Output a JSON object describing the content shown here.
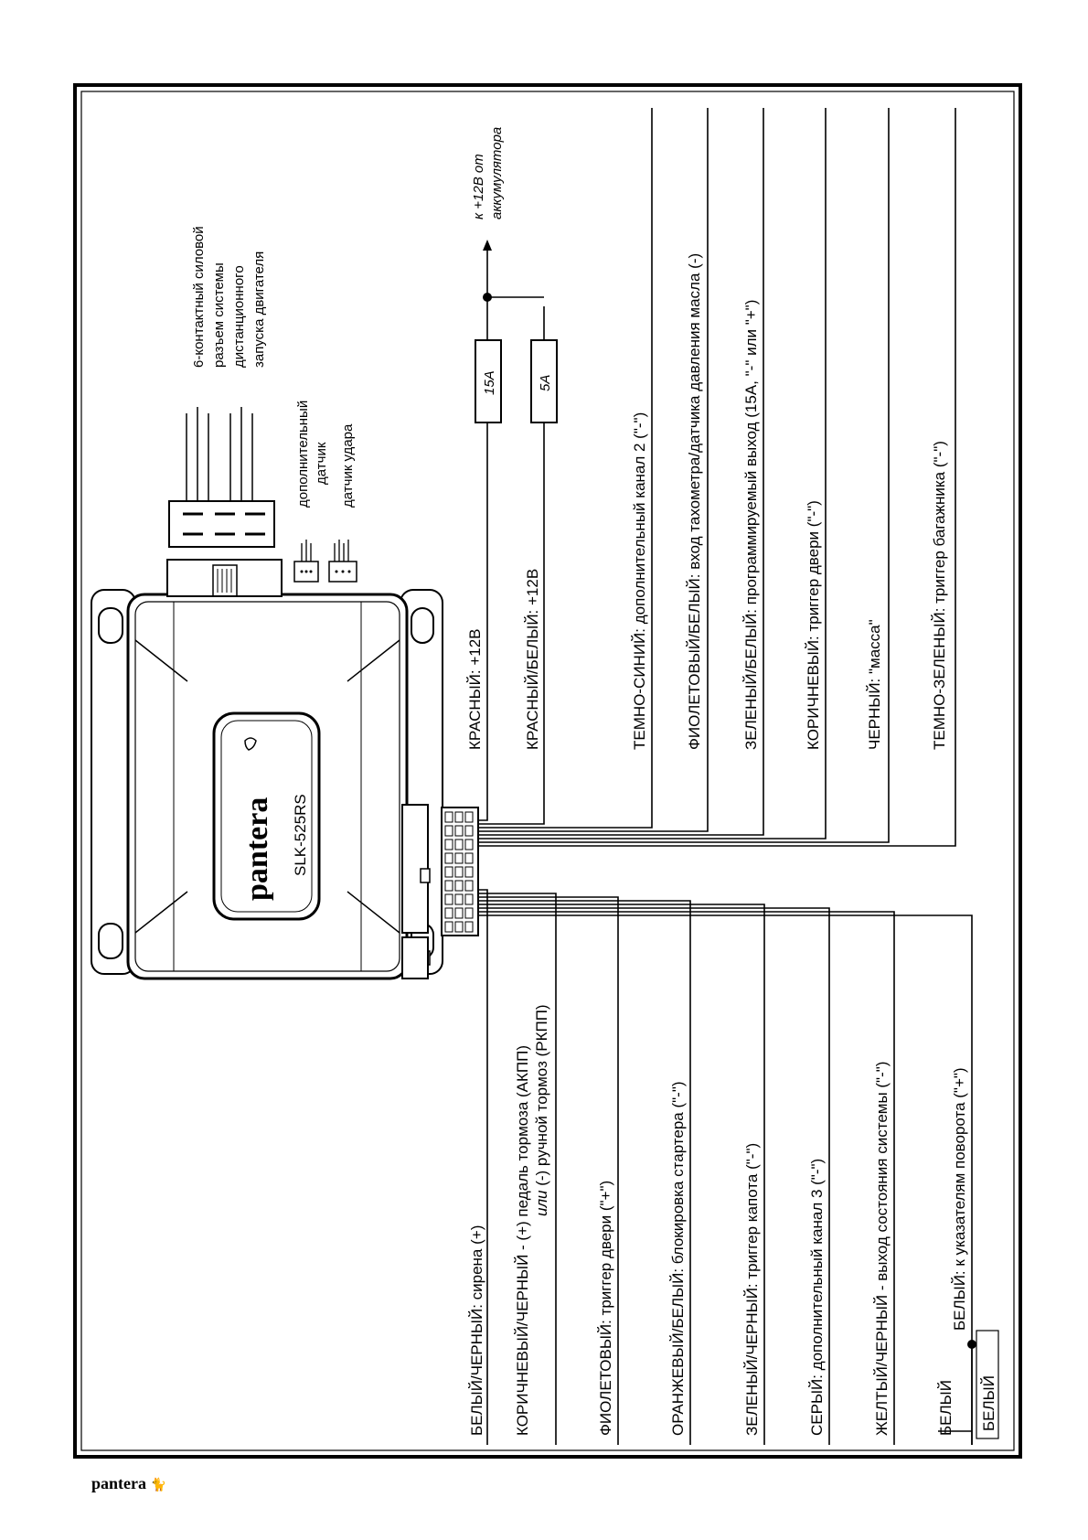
{
  "module": {
    "brand": "pantera",
    "model": "SLK-525RS"
  },
  "footer": {
    "brand": "pantera"
  },
  "connector": {
    "label_lines": [
      "6-контактный силовой",
      "разъем системы",
      "дистанционного",
      "запуска двигателя"
    ]
  },
  "sensors": {
    "aux_sensor_lines": [
      "дополнительный",
      "датчик"
    ],
    "shock_sensor": "датчик удара"
  },
  "battery": {
    "lines": [
      "к +12В от",
      "аккумулятора"
    ]
  },
  "fuses": {
    "fuse_15a": "15A",
    "fuse_5a": "5A"
  },
  "wires_right": [
    "КРАСНЫЙ: +12В",
    "КРАСНЫЙ/БЕЛЫЙ: +12В",
    "ТЕМНО-СИНИЙ: дополнительный канал 2 (\"-\")",
    "ФИОЛЕТОВЫЙ/БЕЛЫЙ: вход тахометра/датчика давления масла (-)",
    "ЗЕЛЕНЫЙ/БЕЛЫЙ: программируемый выход (15А, \"-\" или \"+\")",
    "КОРИЧНЕВЫЙ: триггер двери (\"-\")",
    "ЧЕРНЫЙ: \"масса\"",
    "ТЕМНО-ЗЕЛЕНЫЙ: триггер багажника  (\"-\")"
  ],
  "wires_left": [
    "БЕЛЫЙ/ЧЕРНЫЙ: сирена (+)",
    "КОРИЧНЕВЫЙ/ЧЕРНЫЙ - (+) педаль тормоза (АКПП)",
    "ФИОЛЕТОВЫЙ: триггер двери (\"+\")",
    "ОРАНЖЕВЫЙ/БЕЛЫЙ: блокировка стартера (\"-\")",
    "ЗЕЛЕНЫЙ/ЧЕРНЫЙ: триггер капота (\"-\")",
    "СЕРЫЙ: дополнительный канал 3 (\"-\")",
    "ЖЕЛТЫЙ/ЧЕРНЫЙ - выход состояния системы  (\"-\")",
    "БЕЛЫЙ: к указателям поворота  (\"+\")"
  ],
  "brake_alt": {
    "prefix": "или",
    "rest": " (-) ручной тормоз (РКПП)"
  },
  "white_labels": {
    "outer": "БЕЛЫЙ",
    "inner": "БЕЛЫЙ"
  }
}
